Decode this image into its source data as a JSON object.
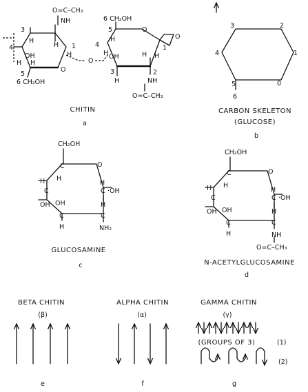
{
  "a": {
    "ring1": {
      "n3": "3",
      "n4": "4",
      "h4": "H",
      "h3": "H",
      "oh": "OH",
      "h2": "H",
      "c1": "1",
      "h1": "H",
      "h5": "H",
      "n5": "5",
      "c6": "6 CH₂OH",
      "ringO": "O",
      "nh": "NH",
      "acetyl": "O=C–CH₃"
    },
    "bridgeO": "O",
    "ring2": {
      "c6": "6 CH₂OH",
      "n5": "5",
      "h5": "H",
      "ringO": "O",
      "n4": "4",
      "h4": "H",
      "oh": "OH",
      "c1": "1",
      "h1": "H",
      "n3": "3",
      "h3": "H",
      "n2": "2",
      "h2": "H",
      "endO": "O",
      "nh": "NH",
      "acetyl": "O=C–CH₃"
    },
    "name": "CHITIN",
    "letter": "a"
  },
  "b": {
    "n3": "3",
    "n2": "2",
    "n4": "4",
    "n1": "1",
    "n5": "5",
    "n0": "0",
    "n6": "6",
    "title": "CARBON  SKELETON",
    "sub": "(GLUCOSE)",
    "letter": "b"
  },
  "c": {
    "ch2oh": "CH₂OH",
    "c5": "C",
    "ringO": "O",
    "h4": "H",
    "c4": "C",
    "h5": "H",
    "h1": "H",
    "c1": "C",
    "oh1": "·OH",
    "oh4": "OH",
    "c3": "C",
    "oh3": "OH",
    "h2": "H",
    "h3": "H",
    "c2": "C",
    "nh2": "NH₂",
    "name": "GLUCOSAMINE",
    "letter": "c"
  },
  "d": {
    "ch2oh": "CH₂OH",
    "c5": "C",
    "ringO": "O",
    "h4": "H",
    "c4": "C",
    "h5": "H",
    "h1": "H",
    "c1": "C",
    "oh1": "·OH",
    "oh4": "OH",
    "c3": "C",
    "oh3": "OH",
    "h2": "H",
    "h3": "H",
    "c2": "C",
    "nh": "NH",
    "acetyl": "O=C–CH₃",
    "name": "N-ACETYLGLUCOSAMINE",
    "letter": "d"
  },
  "e": {
    "title": "BETA CHITIN",
    "sym": "(β)",
    "letter": "e"
  },
  "f": {
    "title": "ALPHA CHITIN",
    "sym": "(α)",
    "letter": "f"
  },
  "g": {
    "title": "GAMMA CHITIN",
    "sym": "(γ)",
    "groups": "(GROUPS OF 3)",
    "n1": "(1)",
    "n2": "(2)",
    "letter": "g"
  }
}
